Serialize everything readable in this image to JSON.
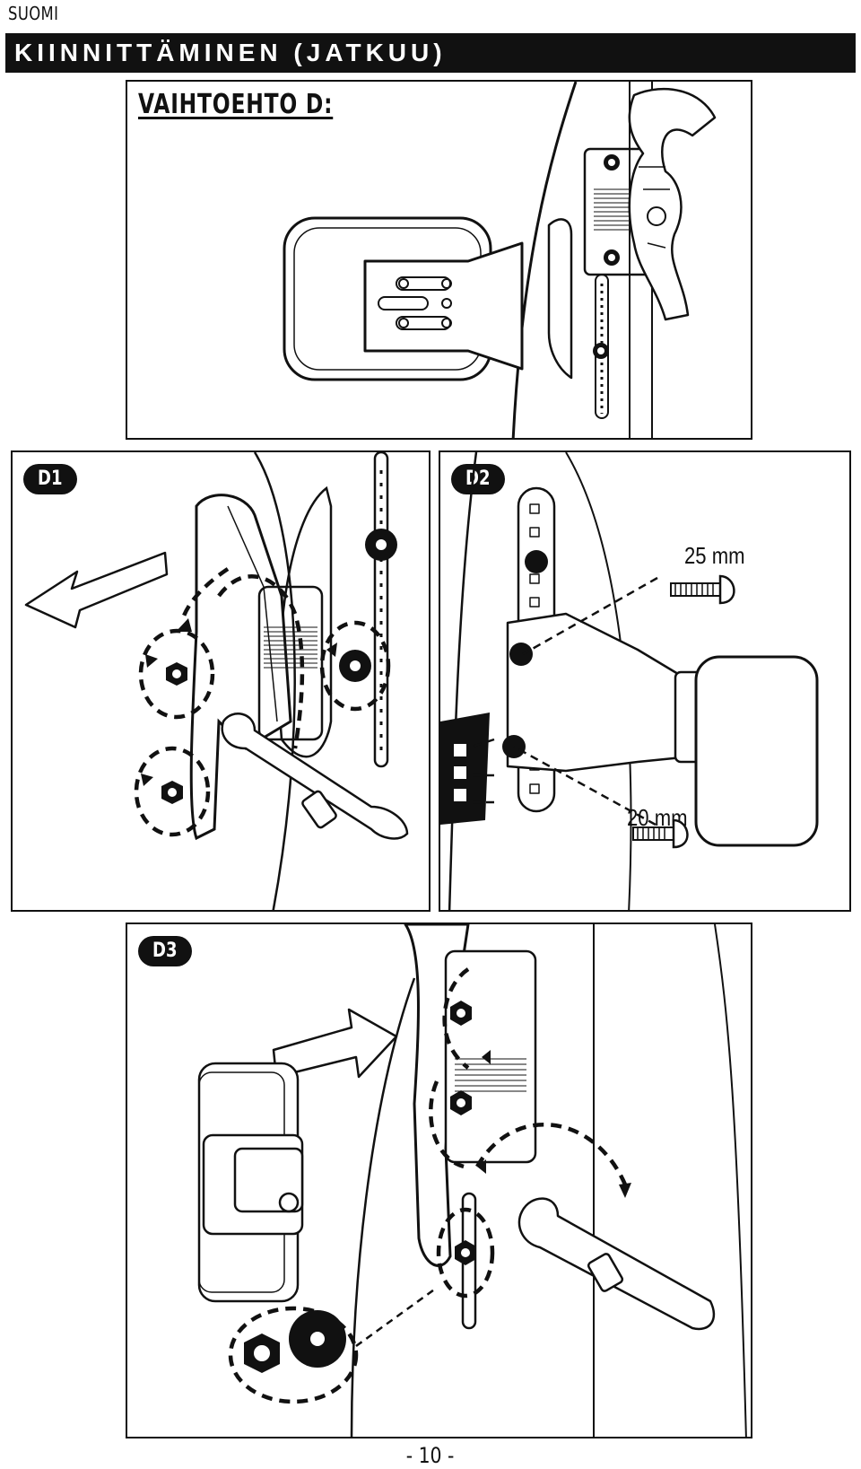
{
  "header": {
    "language": "SUOMI",
    "title": "KIINNITTÄMINEN (JATKUU)"
  },
  "option": {
    "heading": "VAIHTOEHTO D:"
  },
  "steps": {
    "d1": "D1",
    "d2": "D2",
    "d3": "D3"
  },
  "dimensions": {
    "long_bolt": "25 mm",
    "short_bolt": "20 mm"
  },
  "footer": {
    "page_number": "- 10 -"
  },
  "icons": [
    "arrow-left-icon",
    "arrow-right-icon",
    "bolt-icon",
    "nut-icon",
    "wrench-icon",
    "washer-icon"
  ]
}
